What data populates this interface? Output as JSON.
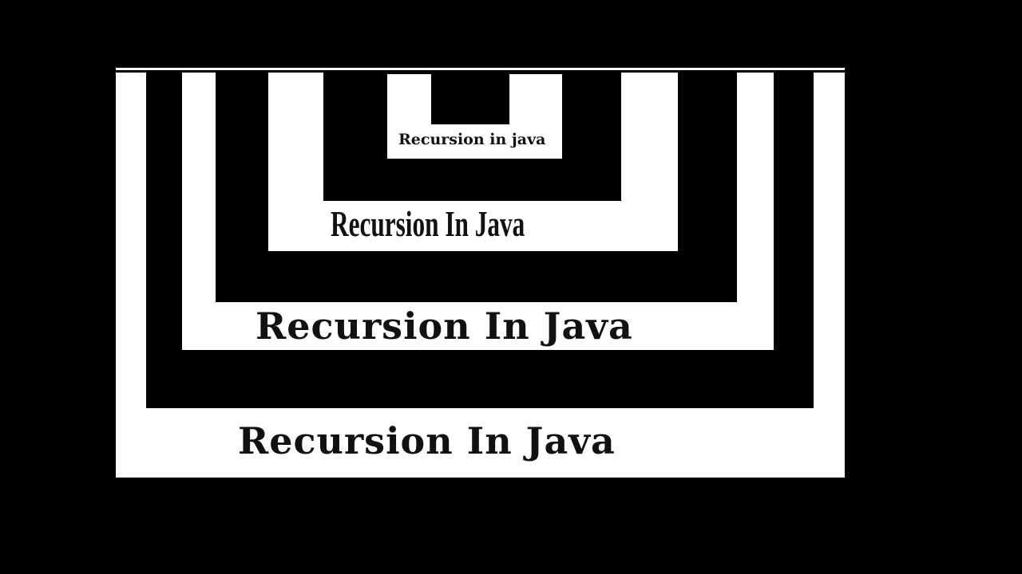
{
  "image": {
    "description": "Nested recursive frames illustrating recursion",
    "background_color": "#000000",
    "frame_colors": [
      "#ffffff",
      "#000000"
    ]
  },
  "levels": [
    {
      "depth": 1,
      "label": "Recursion In Java"
    },
    {
      "depth": 2,
      "label": "Recursion In Java"
    },
    {
      "depth": 3,
      "label": "Recursion In Java"
    },
    {
      "depth": 4,
      "label": "Recursion in java"
    }
  ]
}
